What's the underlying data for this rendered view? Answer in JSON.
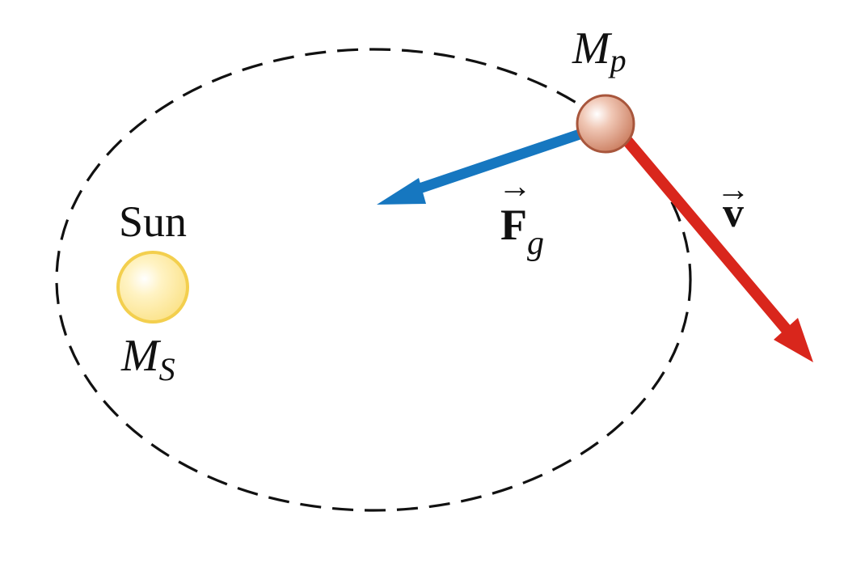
{
  "labels": {
    "sun": "Sun",
    "sun_mass_main": "M",
    "sun_mass_sub": "S",
    "planet_mass_main": "M",
    "planet_mass_sub": "p",
    "force_main": "F",
    "force_sub": "g",
    "velocity": "v",
    "vector_arrow": "→"
  },
  "colors": {
    "orbit": "#111111",
    "sun_fill": "#fde89a",
    "sun_stroke": "#f3cf4e",
    "planet_fill": "#d8957b",
    "planet_stroke": "#a8563c",
    "force_arrow": "#1677c0",
    "velocity_arrow": "#d9261c"
  }
}
